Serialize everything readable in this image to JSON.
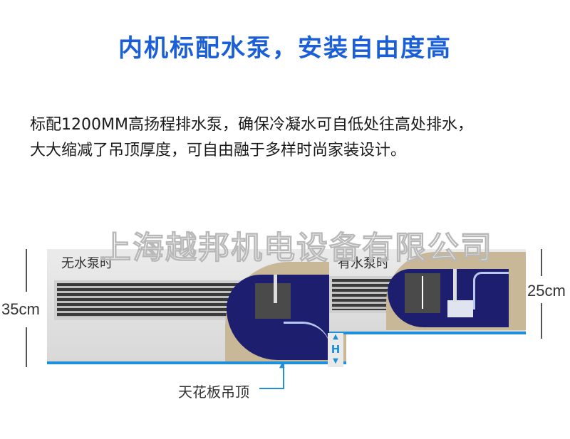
{
  "header": {
    "title": "内机标配水泵，安装自由度高"
  },
  "description": {
    "lines": [
      "标配1200MM高扬程排水泵，确保冷凝水可自低处往高处排水，",
      "大大缩减了吊顶厚度，可自由融于多样时尚家装设计。"
    ]
  },
  "diagram": {
    "watermark": "上海越邦机电设备有限公司",
    "left_unit": {
      "label": "无水泵时",
      "height_label": "35cm"
    },
    "right_unit": {
      "label": "有水泵时",
      "height_label": "25cm"
    },
    "height_diff_label": "H",
    "ceiling_label": "天花板吊顶",
    "colors": {
      "title_blue": "#1a5fd8",
      "ceiling_line_blue": "#1e8fd8",
      "cutaway_navy": "#1d1f6e",
      "structure_beige": "#c8b897",
      "panel_grey": "#e0e0e0"
    }
  }
}
